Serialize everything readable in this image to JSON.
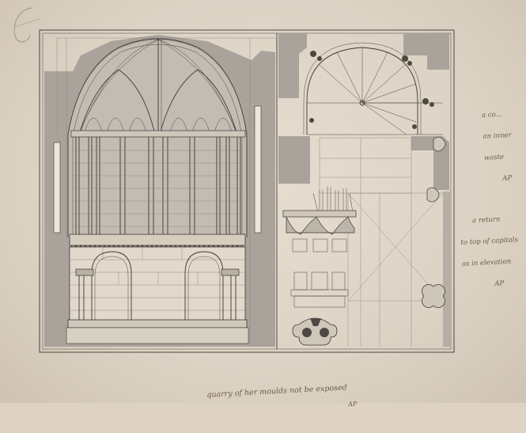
{
  "annotations": {
    "note_a_lines": [
      "a co...",
      "an inner",
      "waste",
      "AP"
    ],
    "note_b_lines": [
      "a return",
      "to top of capitals",
      "as in elevation",
      "AP"
    ],
    "caption": "quarry of her moulds not be exposed",
    "caption_initials": "AP"
  },
  "colors": {
    "paper": "#ddd2c3",
    "ink": "#3d3832",
    "wash": "#a9a39b",
    "handwriting": "#6b5a45"
  },
  "icons": {
    "corner_mark": "pencil-corner-mark-icon"
  }
}
